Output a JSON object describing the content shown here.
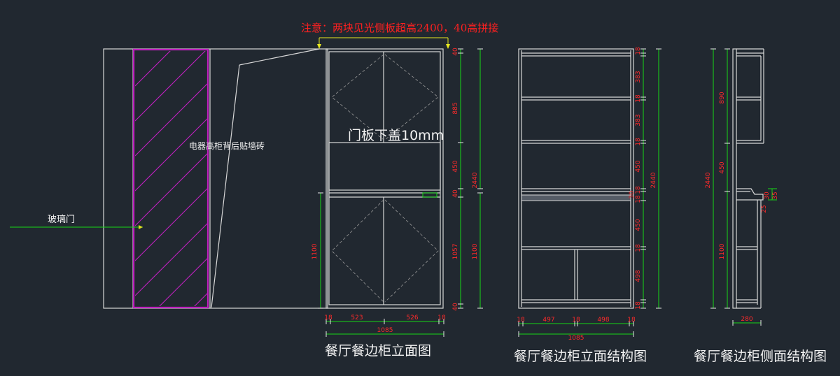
{
  "note": "注意：两块见光侧板超高2400，40高拼接",
  "labels": {
    "glass_door": "玻璃门",
    "wall_tile": "电器高柜背后贴墙砖",
    "door_cover": "门板下盖10mm"
  },
  "titles": {
    "elevation": "餐厅餐边柜立面图",
    "structure": "餐厅餐边柜立面结构图",
    "side": "餐厅餐边柜侧面结构图"
  },
  "dims": {
    "elev": {
      "top": "40",
      "upper_door": "885",
      "open": "450",
      "mid": "40",
      "lower_door": "1057",
      "base": "40",
      "total_upper": "2440",
      "lower_total": "1100",
      "lower_right": "1100",
      "w_side_l": "18",
      "w_door_l": "523",
      "w_door_r": "526",
      "w_side_r": "18",
      "w_total": "1085"
    },
    "struct": {
      "r1": "18",
      "r2": "383",
      "r3": "18",
      "r4": "383",
      "r5": "18",
      "r6": "450",
      "r7": "18",
      "r8": "30",
      "r9": "18",
      "r10": "450",
      "r11": "18",
      "r12": "498",
      "r13": "18",
      "total": "2440",
      "w1": "18",
      "w2": "497",
      "w3": "18",
      "w4": "498",
      "w5": "18",
      "w_total": "1085"
    },
    "side": {
      "upper": "890",
      "mid": "450",
      "lower": "1100",
      "total": "2440",
      "notch1": "30",
      "notch2": "35",
      "notch3": "25",
      "depth": "280"
    }
  },
  "colors": {
    "background": "#212830",
    "line": "#d8d8d8",
    "dimension": "#16d916",
    "dim_text": "#ff2a2a",
    "hatch": "#c020c0",
    "pointer": "#e0e020"
  }
}
